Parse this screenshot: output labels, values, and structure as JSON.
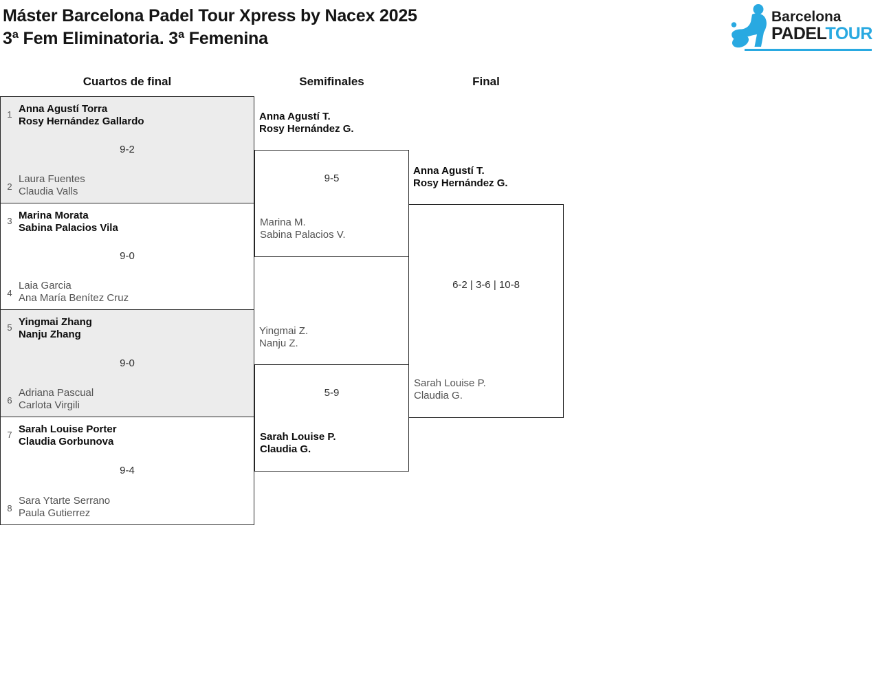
{
  "title": {
    "line1": "Máster Barcelona Padel Tour Xpress by Nacex 2025",
    "line2": "3ª Fem Eliminatoria. 3ª Femenina"
  },
  "logo": {
    "word_top": "Barcelona",
    "word_bottom_black": "PADEL",
    "word_bottom_blue": "TOUR",
    "blue": "#29a9e1"
  },
  "round_headers": {
    "quarterfinals": "Cuartos de final",
    "semifinals": "Semifinales",
    "final": "Final"
  },
  "quarterfinals": [
    {
      "seed_top": "1",
      "top_line1": "Anna Agustí Torra",
      "top_line2": "Rosy Hernández Gallardo",
      "top_winner": true,
      "score": "9-2",
      "seed_bottom": "2",
      "bottom_line1": "Laura Fuentes",
      "bottom_line2": "Claudia Valls",
      "bottom_winner": false
    },
    {
      "seed_top": "3",
      "top_line1": "Marina Morata",
      "top_line2": "Sabina Palacios Vila",
      "top_winner": true,
      "score": "9-0",
      "seed_bottom": "4",
      "bottom_line1": "Laia Garcia",
      "bottom_line2": "Ana María Benítez Cruz",
      "bottom_winner": false
    },
    {
      "seed_top": "5",
      "top_line1": "Yingmai Zhang",
      "top_line2": "Nanju Zhang",
      "top_winner": true,
      "score": "9-0",
      "seed_bottom": "6",
      "bottom_line1": "Adriana Pascual",
      "bottom_line2": "Carlota Virgili",
      "bottom_winner": false
    },
    {
      "seed_top": "7",
      "top_line1": "Sarah Louise Porter",
      "top_line2": "Claudia Gorbunova",
      "top_winner": true,
      "score": "9-4",
      "seed_bottom": "8",
      "bottom_line1": "Sara Ytarte Serrano",
      "bottom_line2": "Paula Gutierrez",
      "bottom_winner": false
    }
  ],
  "semifinals": [
    {
      "top_line1": "Anna Agustí T.",
      "top_line2": "Rosy Hernández G.",
      "top_winner": true,
      "score": "9-5",
      "bottom_line1": "Marina M.",
      "bottom_line2": "Sabina Palacios V.",
      "bottom_winner": false
    },
    {
      "top_line1": "Yingmai Z.",
      "top_line2": "Nanju Z.",
      "top_winner": false,
      "score": "5-9",
      "bottom_line1": "Sarah Louise P.",
      "bottom_line2": "Claudia G.",
      "bottom_winner": true
    }
  ],
  "final": {
    "top_line1": "Anna Agustí T.",
    "top_line2": "Rosy Hernández G.",
    "top_winner": true,
    "score": "6-2 | 3-6 | 10-8",
    "bottom_line1": "Sarah Louise P.",
    "bottom_line2": "Claudia G.",
    "bottom_winner": false
  }
}
